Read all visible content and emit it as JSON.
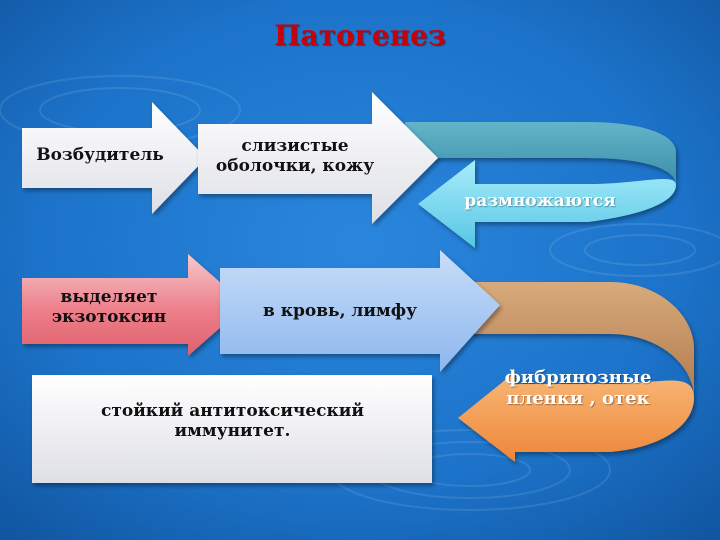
{
  "colors": {
    "background": "#1c73c9",
    "title_red": "#c8000a",
    "arrow_white": "#f4f4f6",
    "arrow_pink": "#e86c78",
    "arrow_blue": "#9ec3f3",
    "curve_teal": "#7ad6ec",
    "curve_orange": "#f09848"
  },
  "diagram": {
    "title": "Патогенез",
    "nodes": {
      "pathogen": "Возбудитель",
      "mucous": "слизистые оболочки, кожу",
      "multiply": "размножаются",
      "exotoxin": "выделяет экзотоксин",
      "blood": "в кровь, лимфу",
      "fibrin": "фибринозные пленки , отек",
      "immunity": "стойкий антитоксический иммунитет."
    }
  }
}
